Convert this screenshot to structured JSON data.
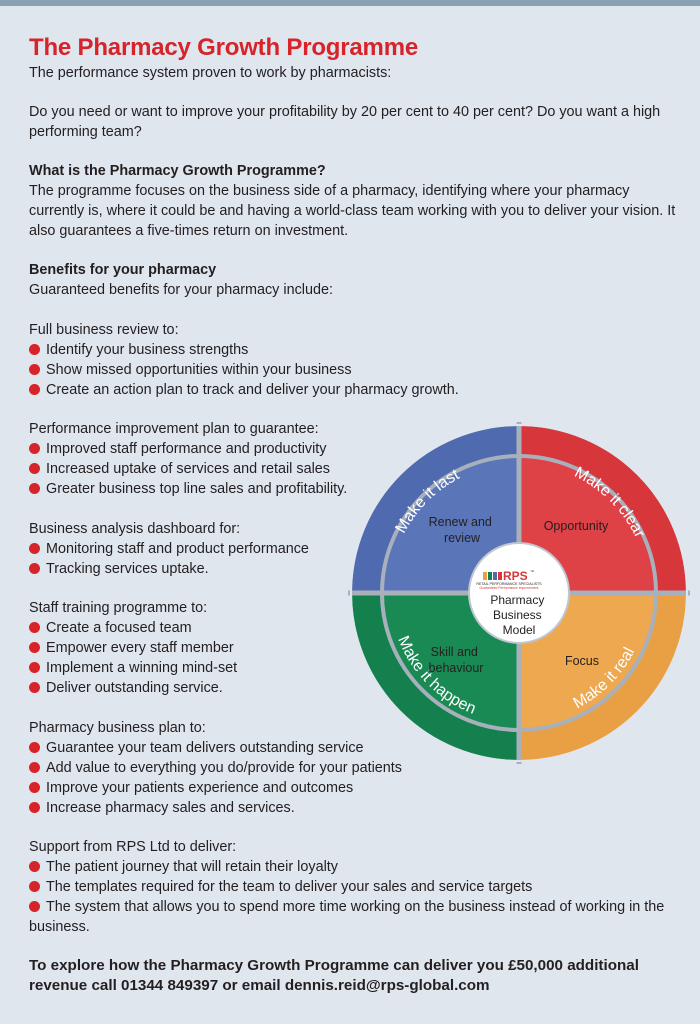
{
  "title": "The Pharmacy Growth Programme",
  "subtitle": "The performance system proven to work by pharmacists:",
  "intro": "Do you need or want to improve your profitability by 20 per cent to 40 per cent? Do you want a high performing team?",
  "what_heading": "What is the Pharmacy Growth Programme?",
  "what_body": "The programme focuses on the business side of a pharmacy, identifying where your pharmacy currently is, where it could be and having a world-class team working with you to deliver your vision. It also guarantees a five-times return on investment.",
  "benefits_heading": "Benefits for your pharmacy",
  "benefits_intro": "Guaranteed benefits for your pharmacy include:",
  "sections": [
    {
      "heading": "Full business review to:",
      "items": [
        "Identify your business strengths",
        "Show missed opportunities within your business",
        "Create an action plan to track and deliver your pharmacy growth."
      ]
    },
    {
      "heading": "Performance improvement plan to guarantee:",
      "items": [
        "Improved staff performance and productivity",
        "Increased uptake of services and retail sales",
        "Greater business top line sales and profitability."
      ]
    },
    {
      "heading": "Business analysis dashboard for:",
      "items": [
        "Monitoring staff and product performance",
        "Tracking services uptake."
      ]
    },
    {
      "heading": "Staff training programme to:",
      "items": [
        "Create a focused team",
        "Empower every staff member",
        "Implement a winning mind-set",
        "Deliver outstanding service."
      ]
    },
    {
      "heading": "Pharmacy business plan to:",
      "items": [
        "Guarantee your team delivers outstanding service",
        "Add value to everything you do/provide for your patients",
        "Improve your patients experience and outcomes",
        "Increase pharmacy sales and services."
      ]
    },
    {
      "heading": "Support from RPS Ltd to deliver:",
      "items": [
        "The patient journey that will retain their loyalty",
        "The templates required for the team to deliver your sales and service targets",
        "The system that allows you to spend more time working on the business instead of working in the business."
      ]
    }
  ],
  "cta": "To explore how the Pharmacy Growth Programme can deliver you £50,000 additional revenue call 01344 849397 or email dennis.reid@rps-global.com",
  "wheel": {
    "quadrants": [
      {
        "outer": "Make it last",
        "inner": [
          "Renew and",
          "review"
        ],
        "color": "#4f6aae"
      },
      {
        "outer": "Make it clear",
        "inner": [
          "Opportunity"
        ],
        "color": "#d7363b"
      },
      {
        "outer": "Make it real",
        "inner": [
          "Focus"
        ],
        "color": "#e9a044"
      },
      {
        "outer": "Make it happen",
        "inner": [
          "Skill and",
          "behaviour"
        ],
        "color": "#13804d"
      }
    ],
    "center_logo": "RPS",
    "center_tm": "™",
    "center_tag1": "RETAIL PERFORMANCE SPECIALISTS",
    "center_tag2": "Guaranteed Performance Improvement",
    "center_label": [
      "Pharmacy",
      "Business",
      "Model"
    ]
  }
}
